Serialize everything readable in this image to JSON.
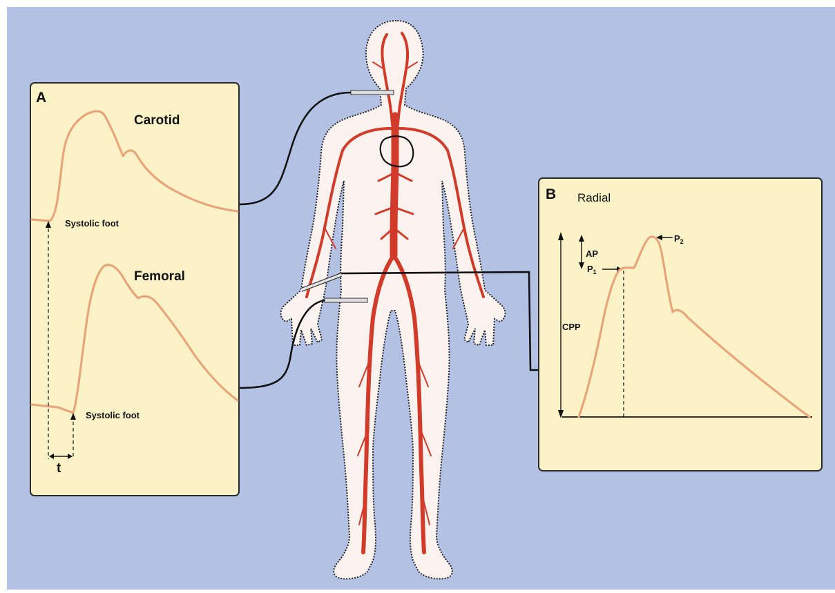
{
  "colors": {
    "background": "#b3c2e4",
    "panel_fill": "#fbf3c7",
    "waveform": "#e8a57a",
    "artery": "#d23a2a",
    "body_fill": "#fcf3ef"
  },
  "panel_a": {
    "letter": "A",
    "carotid_label": "Carotid",
    "femoral_label": "Femoral",
    "systolic_foot_1": "Systolic foot",
    "systolic_foot_2": "Systolic foot",
    "t_label": "t"
  },
  "panel_b": {
    "letter": "B",
    "title": "Radial",
    "ap_label": "AP",
    "p1_label": "P",
    "p1_sub": "1",
    "p2_label": "P",
    "p2_sub": "2",
    "cpp_label": "CPP"
  },
  "icons": {
    "body": "human-body-arterial-system-icon",
    "heart": "heart-outline-icon",
    "sensor": "tonometer-probe-icon"
  }
}
